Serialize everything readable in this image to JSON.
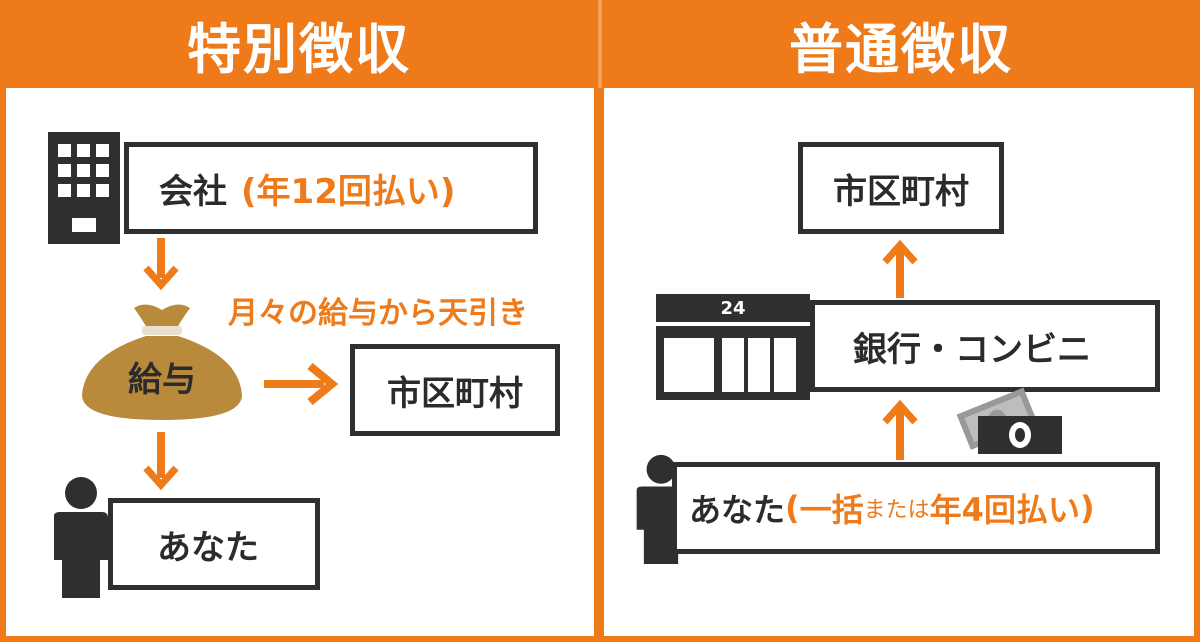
{
  "left": {
    "title": "特別徴収",
    "company_label": "会社",
    "company_note": "(年12回払い)",
    "caption": "月々の給与から天引き",
    "salary_label": "給与",
    "municipality_label": "市区町村",
    "you_label": "あなた"
  },
  "right": {
    "title": "普通徴収",
    "municipality_label": "市区町村",
    "store_number": "24",
    "bank_label": "銀行・コンビニ",
    "you_label": "あなた",
    "note_open": "(",
    "note_a": "一括",
    "note_b": "または",
    "note_c": "年4回払い",
    "note_close": ")"
  },
  "colors": {
    "accent": "#ef7a1a",
    "dark": "#2f2f2f",
    "bag": "#b98a3c"
  },
  "icons": [
    "building-icon",
    "money-bag-icon",
    "person-icon",
    "convenience-store-icon",
    "cash-icon",
    "arrow-down-icon",
    "arrow-right-icon",
    "arrow-up-icon"
  ]
}
